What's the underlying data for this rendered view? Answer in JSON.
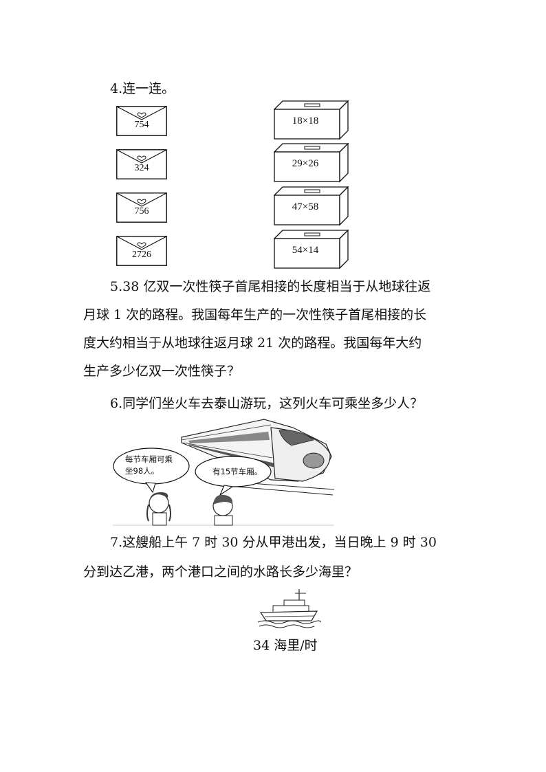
{
  "q4": {
    "title": "4.连一连。",
    "envelopes": [
      "754",
      "324",
      "756",
      "2726"
    ],
    "boxes": [
      "18×18",
      "29×26",
      "47×58",
      "54×14"
    ]
  },
  "q5": {
    "line1": "5.38 亿双一次性筷子首尾相接的长度相当于从地球往返",
    "line2": "月球 1 次的路程。我国每年生产的一次性筷子首尾相接的长",
    "line3": "度大约相当于从地球往返月球 21 次的路程。我国每年大约",
    "line4": "生产多少亿双一次性筷子？"
  },
  "q6": {
    "title": "6.同学们坐火车去泰山游玩，这列火车可乘坐多少人？",
    "bubble_girl_line1": "每节车厢可乘",
    "bubble_girl_line2": "坐98人。",
    "bubble_boy": "有15节车厢。"
  },
  "q7": {
    "line1": "7.这艘船上午 7 时 30 分从甲港出发，当日晚上 9 时 30",
    "line2": "分到达乙港，两个港口之间的水路长多少海里？",
    "speed": "34 海里/时"
  }
}
